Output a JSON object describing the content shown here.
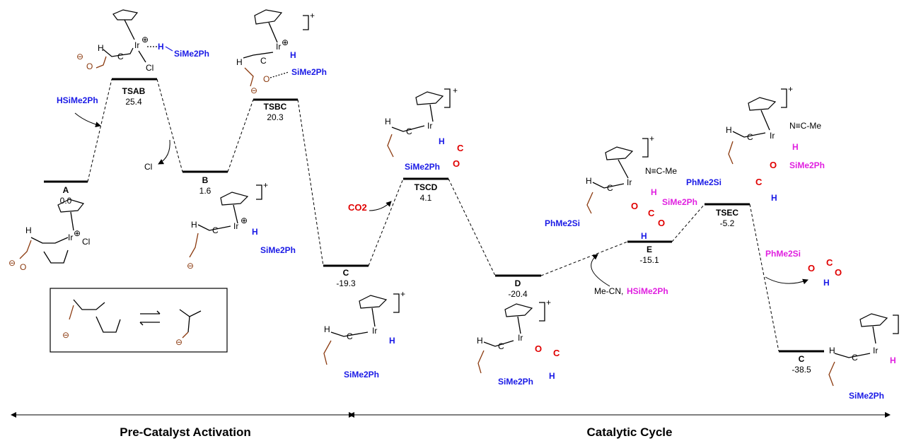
{
  "levels": [
    {
      "name": "A",
      "energy": "0.0"
    },
    {
      "name": "TSAB",
      "energy": "25.4"
    },
    {
      "name": "B",
      "energy": "1.6"
    },
    {
      "name": "TSBC",
      "energy": "20.3"
    },
    {
      "name": "C",
      "energy": "-19.3"
    },
    {
      "name": "TSCD",
      "energy": "4.1"
    },
    {
      "name": "D",
      "energy": "-20.4"
    },
    {
      "name": "E",
      "energy": "-15.1"
    },
    {
      "name": "TSEC",
      "energy": "-5.2"
    },
    {
      "name": "C",
      "energy": "-38.5"
    }
  ],
  "reagents": {
    "hsime2ph_in": "HSiMe2Ph",
    "cl_out": "Cl",
    "co2_in": "CO2",
    "mecn_in": "Me-CN,",
    "hsime2ph_in2": "HSiMe2Ph",
    "product_out": "PhMe2Si"
  },
  "labels": {
    "ir": "Ir",
    "sime2ph": "SiMe2Ph",
    "phme2si": "PhMe2Si",
    "ncme": "N≡C-Me",
    "h": "H",
    "cl": "Cl",
    "c": "C",
    "o": "O",
    "plus": "+"
  },
  "footer": {
    "left": "Pre-Catalyst Activation",
    "right": "Catalytic Cycle"
  }
}
